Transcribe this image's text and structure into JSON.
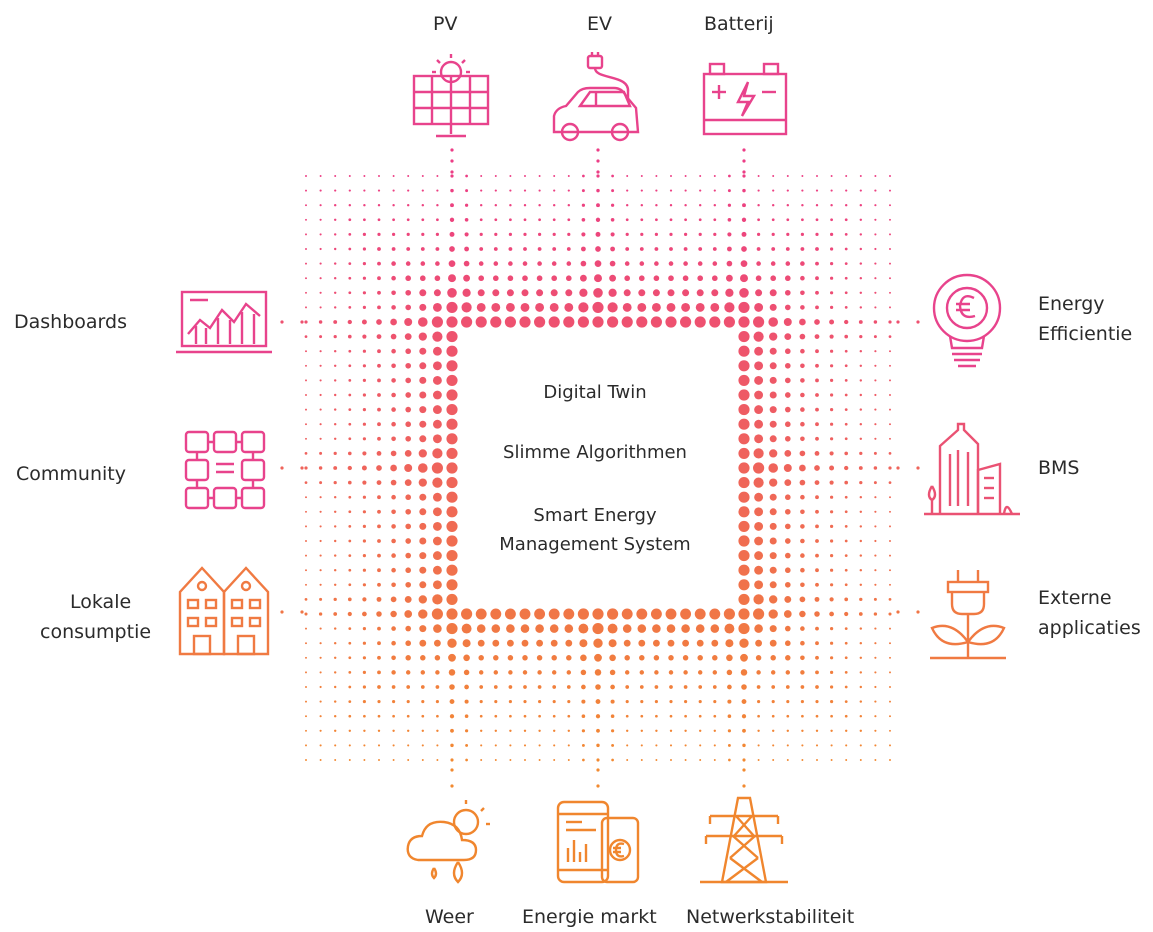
{
  "center": {
    "line1": "Digital Twin",
    "line2": "Slimme Algorithmen",
    "line3a": "Smart Energy",
    "line3b": "Management System"
  },
  "top": [
    {
      "label": "PV",
      "icon": "solar-panel-icon"
    },
    {
      "label": "EV",
      "icon": "electric-car-icon"
    },
    {
      "label": "Batterij",
      "icon": "battery-icon"
    }
  ],
  "left": [
    {
      "label": "Dashboards",
      "icon": "dashboard-chart-icon"
    },
    {
      "label": "Community",
      "icon": "community-hands-icon"
    },
    {
      "label_line1": "Lokale",
      "label_line2": "consumptie",
      "icon": "houses-icon"
    }
  ],
  "right": [
    {
      "label_line1": "Energy",
      "label_line2": "Efficientie",
      "icon": "euro-bulb-icon"
    },
    {
      "label": "BMS",
      "icon": "buildings-icon"
    },
    {
      "label_line1": "Externe",
      "label_line2": "applicaties",
      "icon": "plug-plant-icon"
    }
  ],
  "bottom": [
    {
      "label": "Weer",
      "icon": "weather-cloud-sun-icon"
    },
    {
      "label": "Energie markt",
      "icon": "phone-market-icon"
    },
    {
      "label": "Netwerkstabiliteit",
      "icon": "power-pylon-icon"
    }
  ],
  "colors": {
    "gradient_top": "#ec3d86",
    "gradient_bottom": "#f28a30",
    "icon_pink": "#e8438c",
    "icon_orange": "#f0862e"
  }
}
